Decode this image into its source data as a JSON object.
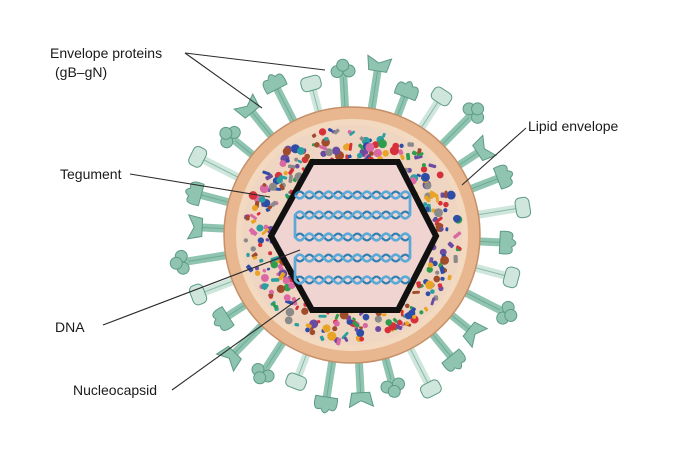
{
  "labels": {
    "envelope_proteins": "Envelope proteins",
    "envelope_proteins_sub": "(gB–gN)",
    "lipid_envelope": "Lipid envelope",
    "tegument": "Tegument",
    "dna": "DNA",
    "nucleocapsid": "Nucleocapsid"
  },
  "colors": {
    "line": "#2b2b2b",
    "lipid_outer": "#e8b790",
    "lipid_inner": "#f3d9bf",
    "tegument_bg": "#efd6c2",
    "capsid_fill": "#f0d4d2",
    "capsid_edge": "#111111",
    "dna": "#5aa9d6",
    "dna_dark": "#2f7fb3",
    "protein_fill": "#8fc4b0",
    "protein_dark": "#5d9a86",
    "protein_light": "#cfe6dc",
    "particles": [
      "#d6313b",
      "#2e4da6",
      "#2e9d4e",
      "#6b4ba0",
      "#e9a426",
      "#d968a5",
      "#2a9fa0",
      "#8a8a8a",
      "#a04b2b"
    ]
  }
}
